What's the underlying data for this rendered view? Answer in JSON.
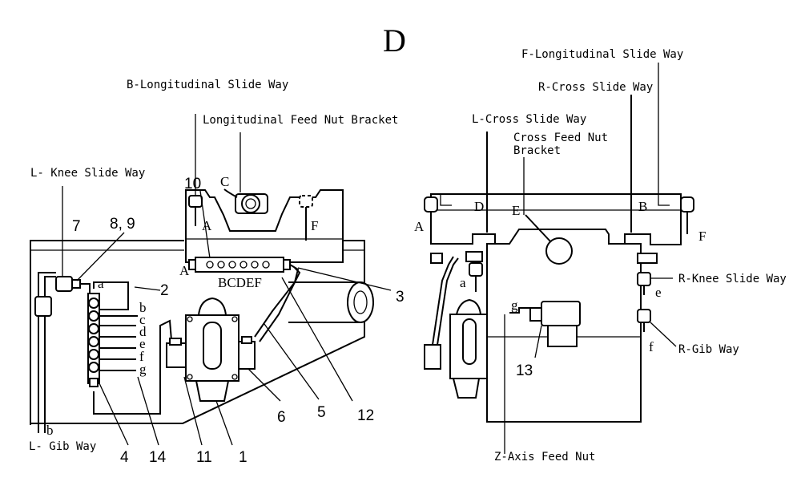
{
  "title": "D",
  "left_view": {
    "labels": {
      "b_longitudinal": "B-Longitudinal Slide Way",
      "long_feed_nut_bracket": "Longitudinal Feed Nut Bracket",
      "l_knee_slide_way": "L- Knee Slide Way",
      "l_gib_way": "L- Gib Way"
    },
    "numbers": {
      "n10": "10",
      "n7": "7",
      "n8_9": "8, 9",
      "n2": "2",
      "n3": "3",
      "n4": "4",
      "n14": "14",
      "n11": "11",
      "n1": "1",
      "n6": "6",
      "n5": "5",
      "n12": "12"
    },
    "letters": {
      "C": "C",
      "A_top": "A",
      "F_top": "F",
      "A_dist": "A",
      "BCDEF": "BCDEF",
      "a": "a",
      "b": "b",
      "c": "c",
      "d": "d",
      "e": "e",
      "f": "f",
      "g": "g",
      "b_bottom": "b"
    }
  },
  "right_view": {
    "labels": {
      "f_longitudinal": "F-Longitudinal Slide Way",
      "r_cross_slide_way": "R-Cross Slide Way",
      "l_cross_slide_way": "L-Cross Slide Way",
      "cross_feed_nut_line1": "Cross Feed Nut",
      "cross_feed_nut_line2": "Bracket",
      "r_knee_slide_way": "R-Knee Slide Way",
      "r_gib_way": "R-Gib Way",
      "z_axis_feed_nut": "Z-Axis Feed Nut"
    },
    "numbers": {
      "n13": "13"
    },
    "letters": {
      "A": "A",
      "D": "D",
      "E": "E",
      "B": "B",
      "F": "F",
      "a": "a",
      "g": "g",
      "e": "e",
      "f": "f"
    }
  }
}
